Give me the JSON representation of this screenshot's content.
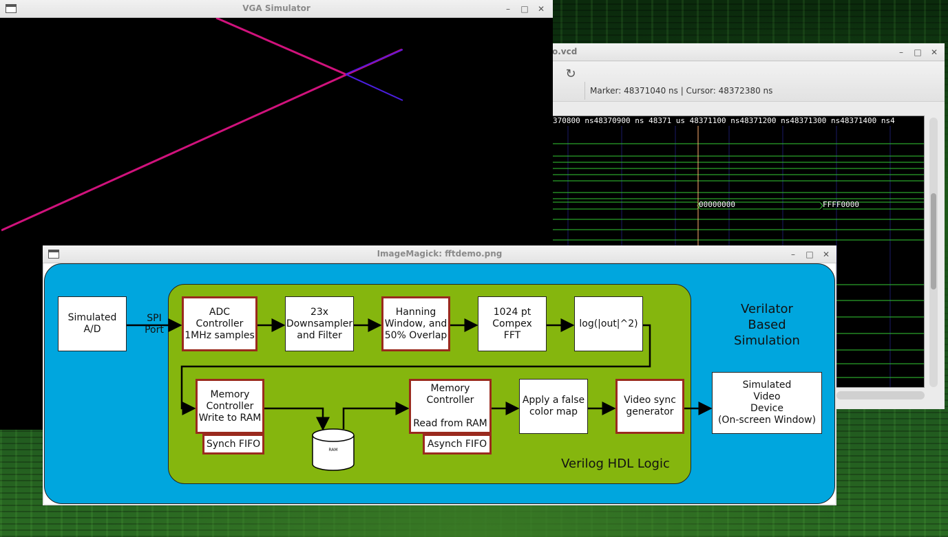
{
  "vga_window": {
    "title": "VGA Simulator",
    "controls": {
      "minimize": "–",
      "maximize": "□",
      "close": "✕"
    }
  },
  "vcd_window": {
    "title": "o.vcd",
    "controls": {
      "minimize": "–",
      "maximize": "□",
      "close": "✕"
    },
    "reload_icon": "↻",
    "status": "Marker: 48371040 ns  |  Cursor: 48372380 ns",
    "time_ruler": "370800 ns48370900 ns  48371 us  48371100 ns48371200 ns48371300 ns48371400 ns4",
    "bus_values": [
      "00000000",
      "FFFF0000"
    ]
  },
  "imagemagick_window": {
    "title": "ImageMagick: fftdemo.png",
    "controls": {
      "minimize": "–",
      "maximize": "□",
      "close": "✕"
    }
  },
  "diagram": {
    "outer_label": "Verilator\nBased\nSimulation",
    "inner_label": "Verilog HDL Logic",
    "spi_label": "SPI\nPort",
    "ram_label": "RAM",
    "blocks": {
      "simulated_ad": "Simulated\nA/D",
      "adc_controller": "ADC\nController\n1MHz samples",
      "downsampler": "23x\nDownsampler\nand Filter",
      "hanning": "Hanning\nWindow, and\n50% Overlap",
      "fft": "1024 pt\nCompex\nFFT",
      "log": "log(|out|^2)",
      "mem_write": "Memory\nController\nWrite to RAM",
      "synch_fifo": "Synch FIFO",
      "mem_read": "Memory\nController\n\nRead from RAM",
      "asynch_fifo": "Asynch FIFO",
      "false_color": "Apply a false\ncolor map",
      "video_sync": "Video sync\ngenerator",
      "video_device": "Simulated\nVideo\nDevice\n(On-screen Window)"
    }
  },
  "colors": {
    "outer_blue": "#00a6de",
    "inner_green": "#85b60e",
    "block_red_border": "#9a2a1e",
    "wave_green": "#33cc33",
    "vga_line": "#e0148c"
  }
}
